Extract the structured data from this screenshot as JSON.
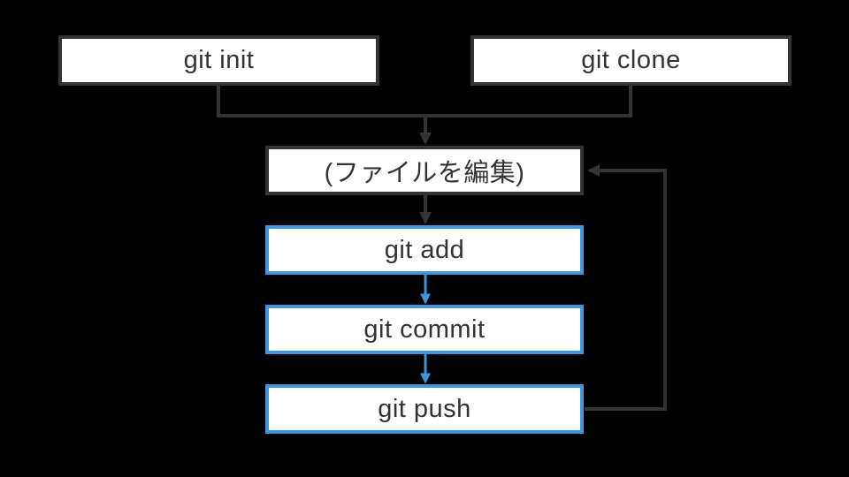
{
  "colors": {
    "background": "#000000",
    "node_fill": "#ffffff",
    "node_border_dark": "#333333",
    "node_border_accent": "#3e96dd",
    "text": "#333333",
    "connector_dark": "#333333",
    "connector_accent": "#3e96dd"
  },
  "nodes": {
    "git_init": {
      "label": "git init"
    },
    "git_clone": {
      "label": "git clone"
    },
    "edit_files": {
      "label": "(ファイルを編集)"
    },
    "git_add": {
      "label": "git add"
    },
    "git_commit": {
      "label": "git commit"
    },
    "git_push": {
      "label": "git push"
    }
  },
  "edges": [
    {
      "from": "git_init",
      "to": "edit_files",
      "style": "dark",
      "kind": "merge-down"
    },
    {
      "from": "git_clone",
      "to": "edit_files",
      "style": "dark",
      "kind": "merge-down"
    },
    {
      "from": "edit_files",
      "to": "git_add",
      "style": "dark",
      "kind": "straight-down"
    },
    {
      "from": "git_add",
      "to": "git_commit",
      "style": "accent",
      "kind": "straight-down"
    },
    {
      "from": "git_commit",
      "to": "git_push",
      "style": "accent",
      "kind": "straight-down"
    },
    {
      "from": "git_push",
      "to": "edit_files",
      "style": "dark",
      "kind": "loop-right"
    }
  ]
}
